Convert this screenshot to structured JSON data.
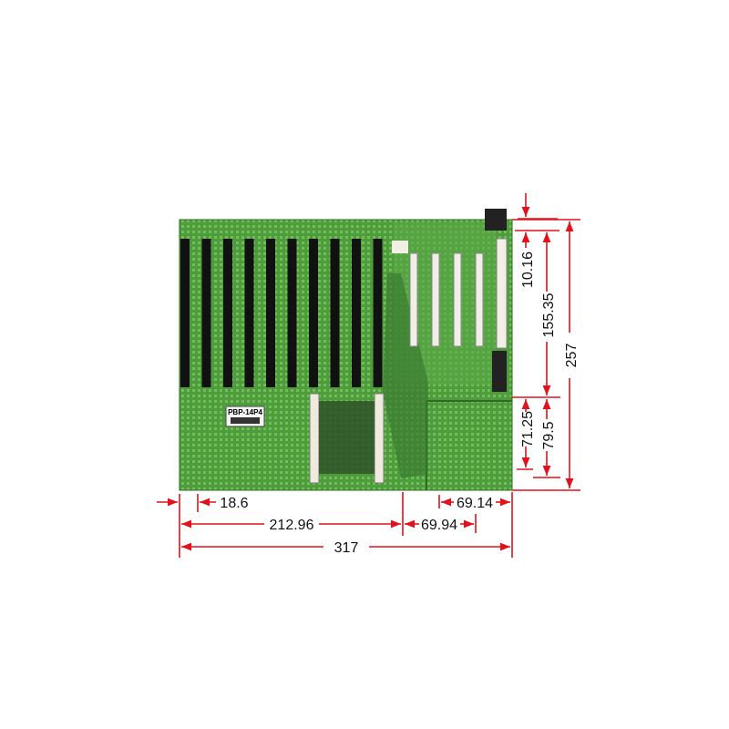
{
  "board": {
    "model_label": "PBP-14P4",
    "colors": {
      "pcb": "#4e9a3c",
      "slot": "#111111",
      "pci_slot": "#f0eee6",
      "dimension": "#e3111b"
    }
  },
  "dimensions": {
    "top_offset": "10.16",
    "upper_height": "155.35",
    "total_height": "257",
    "cutout_height_inner": "71.25",
    "cutout_height": "79.5",
    "left_offset": "18.6",
    "left_width": "212.96",
    "middle_width": "69.94",
    "cutout_width": "69.14",
    "total_width": "317"
  }
}
